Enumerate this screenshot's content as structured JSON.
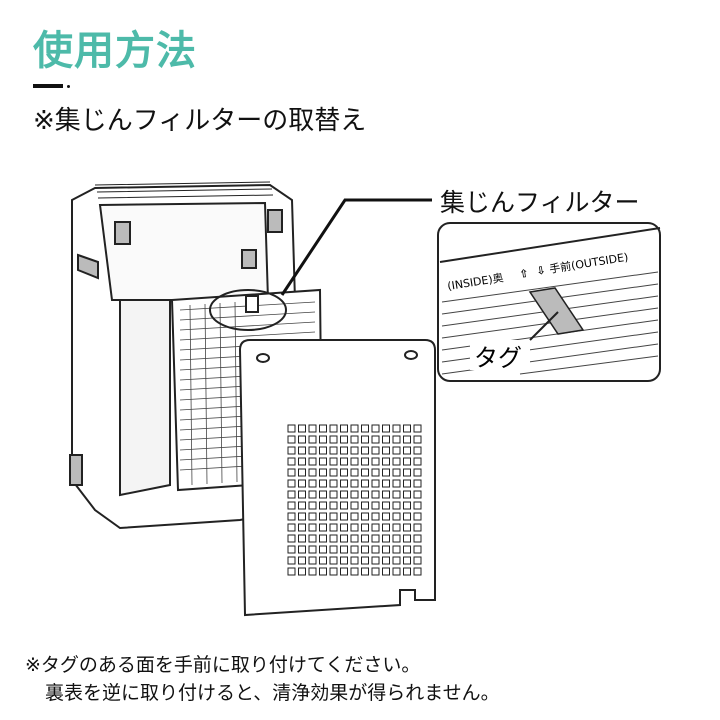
{
  "page": {
    "title": "使用方法",
    "subtitle": "※集じんフィルターの取替え",
    "title_color": "#4dbaa9"
  },
  "illustration": {
    "callout_label": "集じんフィルター",
    "inset": {
      "inside_label": "(INSIDE)奥",
      "up_arrow": "⇧",
      "down_arrow": "⇩",
      "outside_label": "手前(OUTSIDE)",
      "tag_label": "タグ"
    }
  },
  "notes": {
    "line1": "※タグのある面を手前に取り付けてください。",
    "line2": "裏表を逆に取り付けると、清浄効果が得られません。"
  }
}
